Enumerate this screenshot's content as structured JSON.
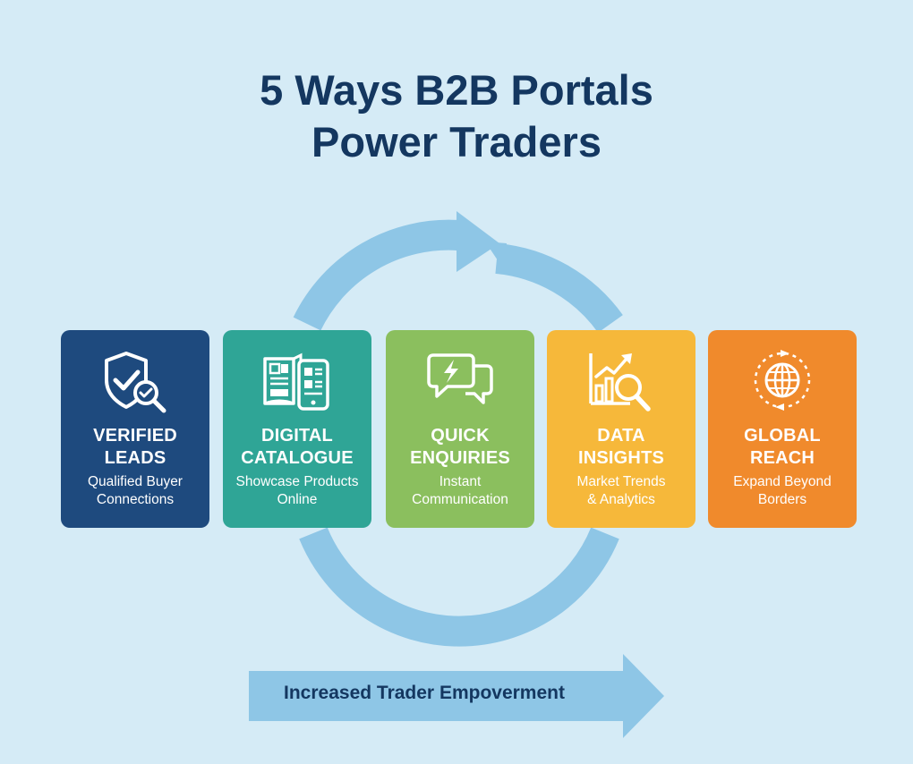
{
  "title": {
    "line1": "5 Ways B2B Portals",
    "line2": "Power Traders"
  },
  "colors": {
    "background": "#d5ebf6",
    "title": "#143760",
    "cycle_arrow": "#8ec6e6",
    "card_verified": "#1e4a7e",
    "card_catalogue": "#2fa596",
    "card_enquiries": "#8bbf5e",
    "card_insights": "#f6b83a",
    "card_global": "#f08a2c"
  },
  "cards": [
    {
      "heading_line1": "VERIFIED",
      "heading_line2": "LEADS",
      "sub_line1": "Qualified Buyer",
      "sub_line2": "Connections",
      "icon": "shield-check-magnifier-icon",
      "color": "#1e4a7e"
    },
    {
      "heading_line1": "DIGITAL",
      "heading_line2": "CATALOGUE",
      "sub_line1": "Showcase Products",
      "sub_line2": "Online",
      "icon": "catalogue-tablet-icon",
      "color": "#2fa596"
    },
    {
      "heading_line1": "QUICK",
      "heading_line2": "ENQUIRIES",
      "sub_line1": "Instant",
      "sub_line2": "Communication",
      "icon": "chat-lightning-icon",
      "color": "#8bbf5e"
    },
    {
      "heading_line1": "DATA",
      "heading_line2": "INSIGHTS",
      "sub_line1": "Market Trends",
      "sub_line2": "& Analytics",
      "icon": "chart-magnifier-icon",
      "color": "#f6b83a"
    },
    {
      "heading_line1": "GLOBAL",
      "heading_line2": "REACH",
      "sub_line1": "Expand Beyond",
      "sub_line2": "Borders",
      "icon": "globe-cycle-icon",
      "color": "#f08a2c"
    }
  ],
  "bottom": {
    "label": "Increased Trader Empoverment"
  }
}
